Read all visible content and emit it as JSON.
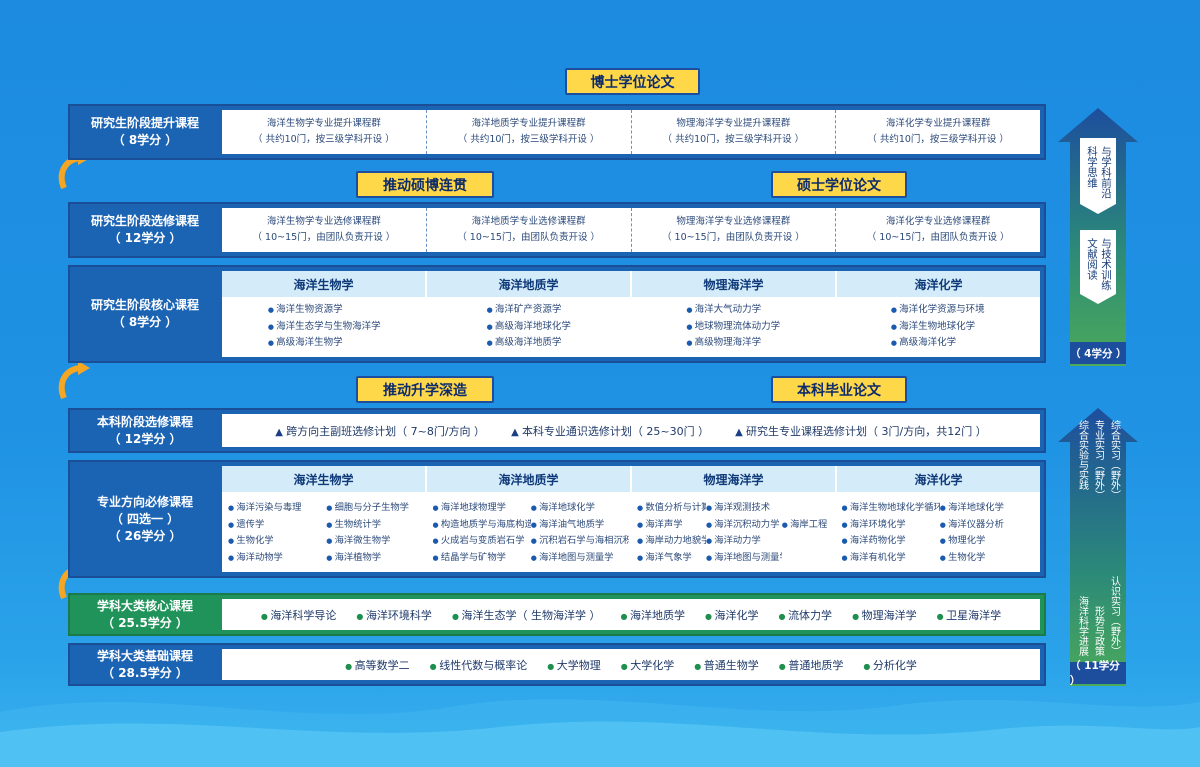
{
  "tags": {
    "phd_thesis": "博士学位论文",
    "push_master_phd": "推动硕博连贯",
    "master_thesis": "硕士学位论文",
    "push_upgrade": "推动升学深造",
    "bachelor_thesis": "本科毕业论文"
  },
  "rows": {
    "grad_upgrade": {
      "label": "研究生阶段提升课程",
      "credits": "（ 8学分 ）",
      "cells": [
        {
          "title": "海洋生物学专业提升课程群",
          "note": "（ 共约10门，按三级学科开设 ）"
        },
        {
          "title": "海洋地质学专业提升课程群",
          "note": "（ 共约10门，按三级学科开设 ）"
        },
        {
          "title": "物理海洋学专业提升课程群",
          "note": "（ 共约10门，按三级学科开设 ）"
        },
        {
          "title": "海洋化学专业提升课程群",
          "note": "（ 共约10门，按三级学科开设 ）"
        }
      ]
    },
    "grad_elective": {
      "label": "研究生阶段选修课程",
      "credits": "（ 12学分 ）",
      "cells": [
        {
          "title": "海洋生物学专业选修课程群",
          "note": "（ 10~15门，由团队负责开设 ）"
        },
        {
          "title": "海洋地质学专业选修课程群",
          "note": "（ 10~15门，由团队负责开设 ）"
        },
        {
          "title": "物理海洋学专业选修课程群",
          "note": "（ 10~15门，由团队负责开设 ）"
        },
        {
          "title": "海洋化学专业选修课程群",
          "note": "（ 10~15门，由团队负责开设 ）"
        }
      ]
    },
    "grad_core": {
      "label": "研究生阶段核心课程",
      "credits": "（ 8学分 ）",
      "headers": [
        "海洋生物学",
        "海洋地质学",
        "物理海洋学",
        "海洋化学"
      ],
      "lists": [
        [
          "海洋生物资源学",
          "海洋生态学与生物海洋学",
          "高级海洋生物学"
        ],
        [
          "海洋矿产资源学",
          "高级海洋地球化学",
          "高级海洋地质学"
        ],
        [
          "海洋大气动力学",
          "地球物理流体动力学",
          "高级物理海洋学"
        ],
        [
          "海洋化学资源与环境",
          "海洋生物地球化学",
          "高级海洋化学"
        ]
      ]
    },
    "ug_elective": {
      "label": "本科阶段选修课程",
      "credits": "（ 12学分 ）",
      "items": [
        "跨方向主副班选修计划（ 7~8门/方向 ）",
        "本科专业通识选修计划（ 25~30门 ）",
        "研究生专业课程选修计划（ 3门/方向，共12门 ）"
      ]
    },
    "major_required": {
      "label": "专业方向必修课程",
      "label2": "（ 四选一 ）",
      "credits": "（ 26学分 ）",
      "headers": [
        "海洋生物学",
        "海洋地质学",
        "物理海洋学",
        "海洋化学"
      ],
      "grids": [
        [
          "海洋污染与毒理",
          "细胞与分子生物学",
          "遗传学",
          "生物统计学",
          "生物化学",
          "海洋微生物学",
          "海洋动物学",
          "海洋植物学"
        ],
        [
          "海洋地球物理学",
          "海洋地球化学",
          "构造地质学与海底构造",
          "海洋油气地质学",
          "火成岩与变质岩石学",
          "沉积岩石学与海相沉积",
          "结晶学与矿物学",
          "海洋地图与测量学"
        ],
        [
          "数值分析与计算方法",
          "海洋观测技术",
          "海洋声学",
          "海洋沉积动力学",
          "海岸动力地貌学",
          "海洋动力学",
          "海洋气象学",
          "海洋地图与测量学"
        ],
        [
          "海洋生物地球化学循环",
          "海洋地球化学",
          "海洋环境化学",
          "海洋仪器分析",
          "海洋药物化学",
          "物理化学",
          "海洋有机化学",
          "生物化学"
        ]
      ],
      "extra": "海岸工程"
    },
    "category_core": {
      "label": "学科大类核心课程",
      "credits": "（ 25.5学分 ）",
      "items": [
        "海洋科学导论",
        "海洋环境科学",
        "海洋生态学（ 生物海洋学 ）",
        "海洋地质学",
        "海洋化学",
        "流体力学",
        "物理海洋学",
        "卫星海洋学"
      ]
    },
    "category_basic": {
      "label": "学科大类基础课程",
      "credits": "（ 28.5学分 ）",
      "items": [
        "高等数学二",
        "线性代数与概率论",
        "大学物理",
        "大学化学",
        "普通生物学",
        "普通地质学",
        "分析化学"
      ]
    }
  },
  "right_top": {
    "bands": [
      {
        "left": "科学思维",
        "right": "与学科前沿"
      },
      {
        "left": "文献阅读",
        "right": "与技术训练"
      }
    ],
    "credits": "（ 4学分 ）"
  },
  "right_bottom": {
    "cols": [
      "综合实验与实践",
      "专业实习（野外）",
      "海洋科学进展",
      "认识实习（野外）",
      "形势与政策",
      "综合实习（野外）"
    ],
    "credits": "（ 11学分 ）"
  }
}
